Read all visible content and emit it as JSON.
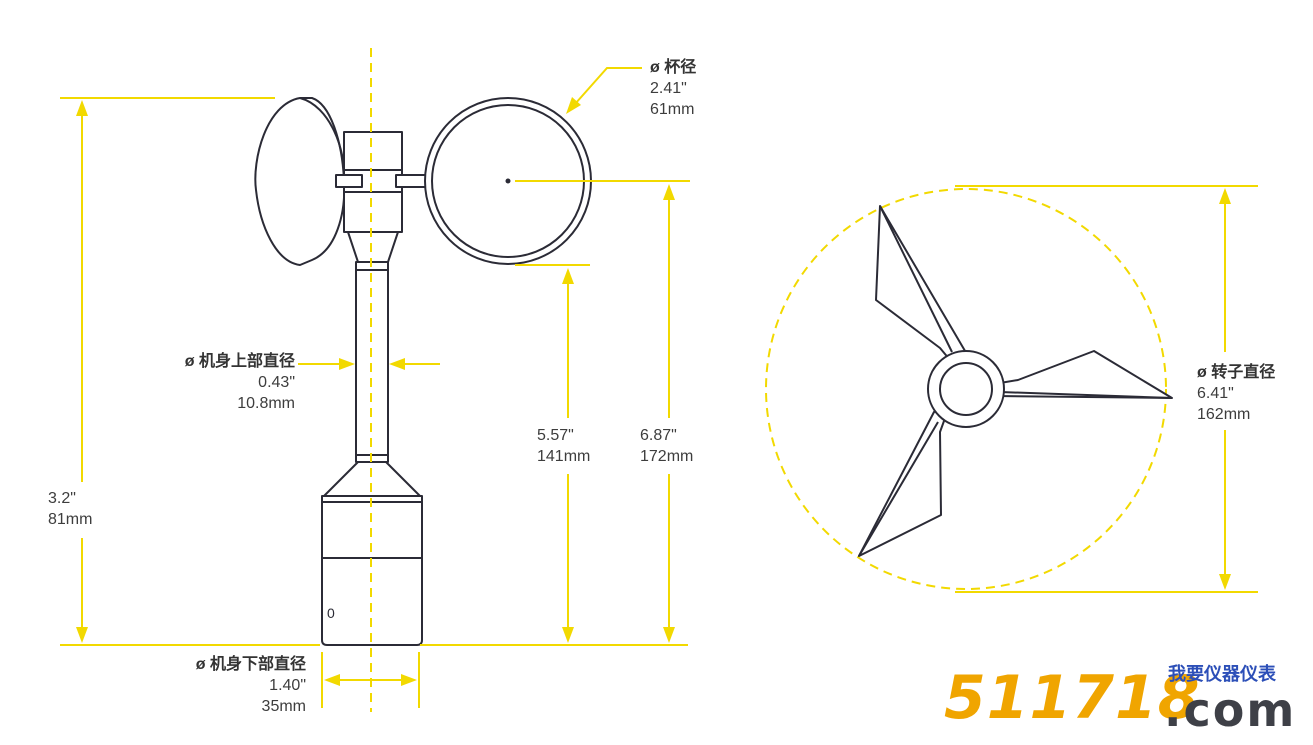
{
  "labels": {
    "cup": {
      "title": "ø 杯径",
      "inch": "2.41\"",
      "mm": "61mm"
    },
    "upper_body": {
      "title": "ø 机身上部直径",
      "inch": "0.43\"",
      "mm": "10.8mm"
    },
    "lower_body": {
      "title": "ø 机身下部直径",
      "inch": "1.40\"",
      "mm": "35mm"
    },
    "rotor": {
      "title": "ø 转子直径",
      "inch": "6.41\"",
      "mm": "162mm"
    },
    "cup_height": {
      "inch": "3.2\"",
      "mm": "81mm"
    },
    "body_height": {
      "inch": "5.57\"",
      "mm": "141mm"
    },
    "total_height": {
      "inch": "6.87\"",
      "mm": "172mm"
    }
  },
  "body_marking": "0",
  "watermark": {
    "digits": "511718",
    "domain": ".com",
    "name": "我要仪器仪表"
  },
  "colors": {
    "dimension": "#f2d900",
    "outline": "#2b2b36",
    "text": "#3d3d3d",
    "watermark_digits": "#f0a500",
    "watermark_name": "#2c4fb8"
  }
}
